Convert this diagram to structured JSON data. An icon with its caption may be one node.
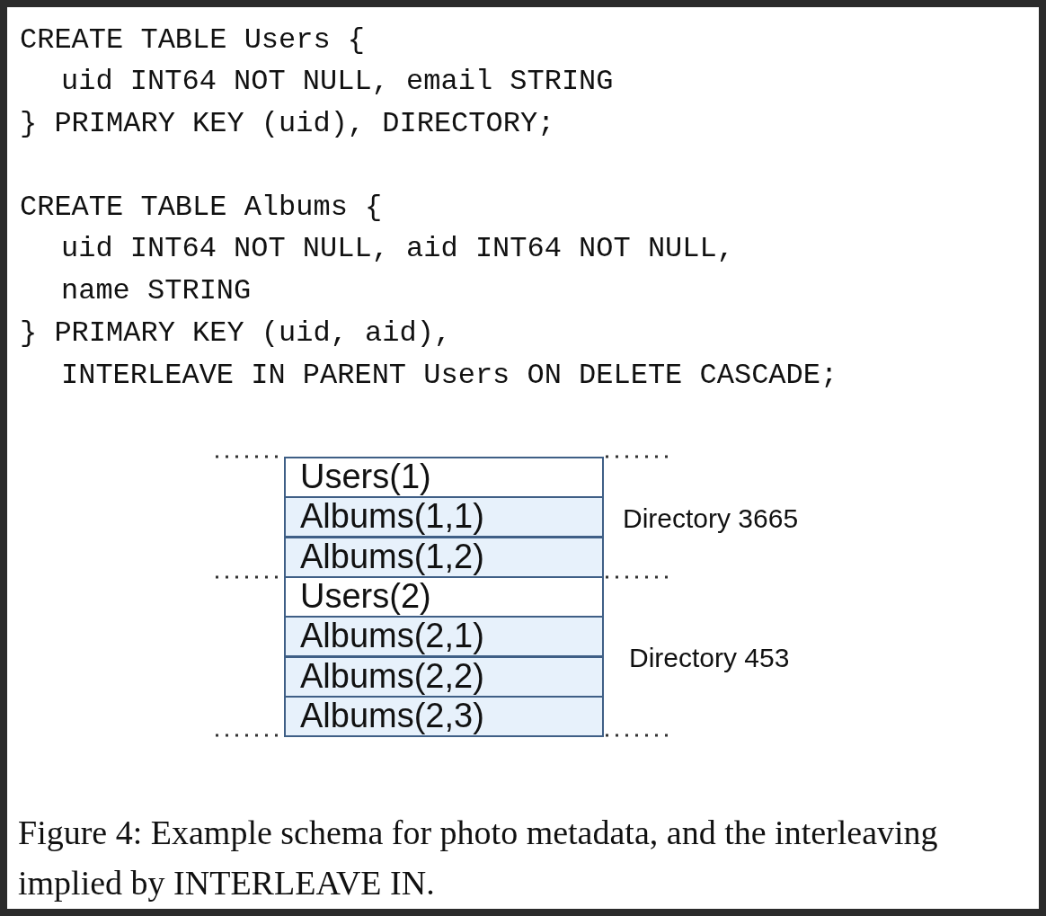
{
  "diagram": {
    "caption": "Figure 4: Example schema for photo metadata, and the interleaving implied by INTERLEAVE IN.",
    "nodes": [
      {
        "text": [
          "Users(1)"
        ]
      },
      {
        "text": [
          "Albums(1,1)"
        ]
      },
      {
        "text": [
          "Albums(1,2)"
        ]
      },
      {
        "text": [
          "Users(2)"
        ]
      },
      {
        "text": [
          "Albums(2,1)"
        ]
      },
      {
        "text": [
          "Albums(2,2)"
        ]
      },
      {
        "text": [
          "Albums(2,3)"
        ]
      }
    ],
    "labels": [
      "CREATE TABLE Users {",
      "uid INT64 NOT NULL, email STRING",
      "} PRIMARY KEY (uid), DIRECTORY;",
      "CREATE TABLE Albums {",
      "uid INT64 NOT NULL, aid INT64 NOT NULL,",
      "name STRING",
      "} PRIMARY KEY (uid, aid),",
      "INTERLEAVE IN PARENT Users ON DELETE CASCADE;",
      "Directory 3665",
      "Directory 453"
    ]
  }
}
